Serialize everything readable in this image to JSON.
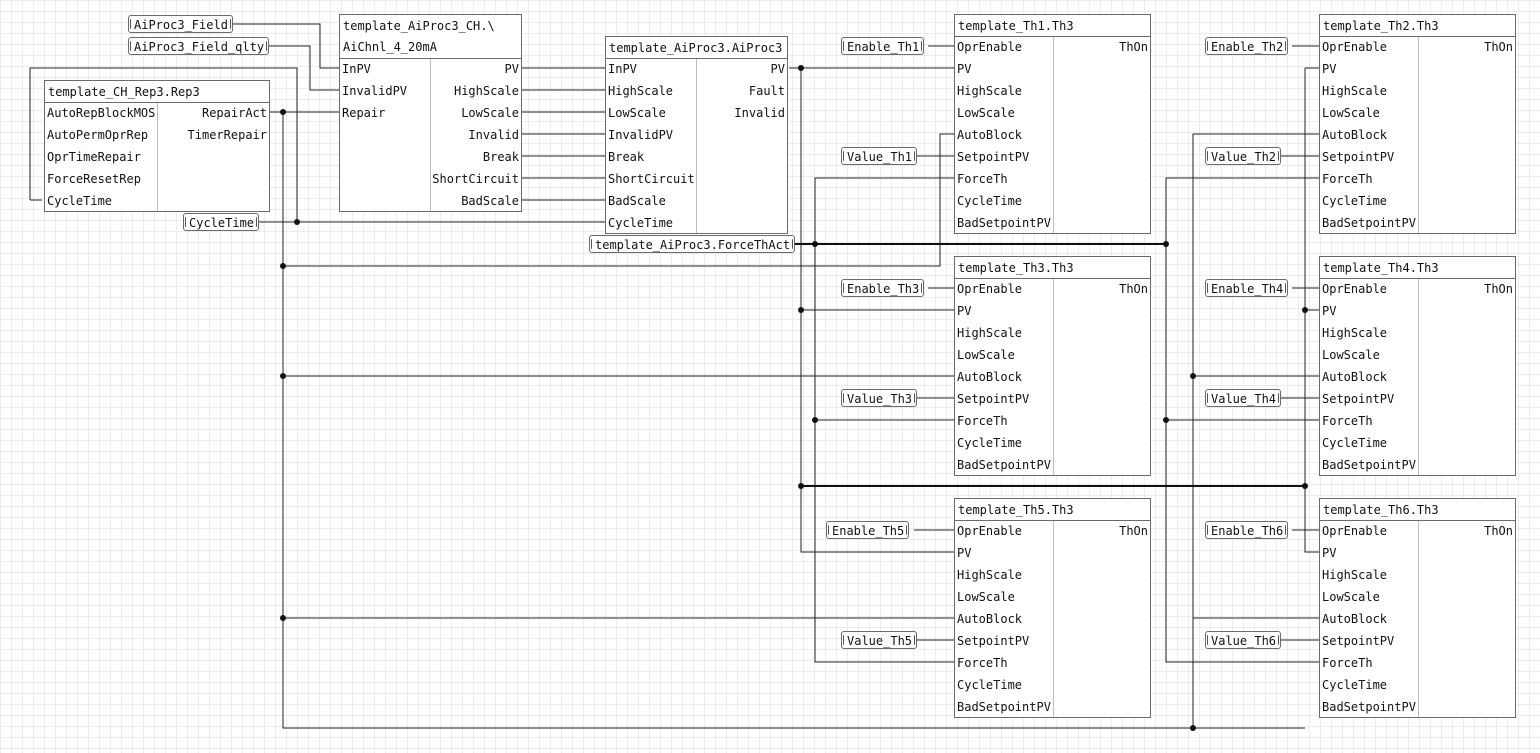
{
  "blocks": {
    "ch_rep": {
      "title": "template_CH_Rep3.Rep3",
      "inputs": [
        "AutoRepBlockMOS",
        "AutoPermOprRep",
        "OprTimeRepair",
        "ForceResetRep",
        "CycleTime"
      ],
      "outputs": [
        "RepairAct",
        "TimerRepair"
      ]
    },
    "aichnl": {
      "title": "template_AiProc3_CH.\\",
      "subtitle": "AiChnl_4_20mA",
      "inputs": [
        "InPV",
        "InvalidPV",
        "Repair"
      ],
      "outputs": [
        "PV",
        "HighScale",
        "LowScale",
        "Invalid",
        "Break",
        "ShortCircuit",
        "BadScale"
      ]
    },
    "aiproc": {
      "title": "template_AiProc3.AiProc3",
      "inputs": [
        "InPV",
        "HighScale",
        "LowScale",
        "InvalidPV",
        "Break",
        "ShortCircuit",
        "BadScale",
        "CycleTime"
      ],
      "outputs": [
        "PV",
        "Fault",
        "Invalid"
      ]
    },
    "th_inputs": [
      "OprEnable",
      "PV",
      "HighScale",
      "LowScale",
      "AutoBlock",
      "SetpointPV",
      "ForceTh",
      "CycleTime",
      "BadSetpointPV"
    ],
    "th_output": "ThOn",
    "th1": {
      "title": "template_Th1.Th3"
    },
    "th2": {
      "title": "template_Th2.Th3"
    },
    "th3": {
      "title": "template_Th3.Th3"
    },
    "th4": {
      "title": "template_Th4.Th3"
    },
    "th5": {
      "title": "template_Th5.Th3"
    },
    "th6": {
      "title": "template_Th6.Th3"
    }
  },
  "tags": {
    "field": "AiProc3_Field",
    "field_qlty": "AiProc3_Field_qlty",
    "cycletime": "CycleTime",
    "forceth": "template_AiProc3.ForceThAct",
    "enable_th1": "Enable_Th1",
    "enable_th2": "Enable_Th2",
    "enable_th3": "Enable_Th3",
    "enable_th4": "Enable_Th4",
    "enable_th5": "Enable_Th5",
    "enable_th6": "Enable_Th6",
    "value_th1": "Value_Th1",
    "value_th2": "Value_Th2",
    "value_th3": "Value_Th3",
    "value_th4": "Value_Th4",
    "value_th5": "Value_Th5",
    "value_th6": "Value_Th6"
  }
}
